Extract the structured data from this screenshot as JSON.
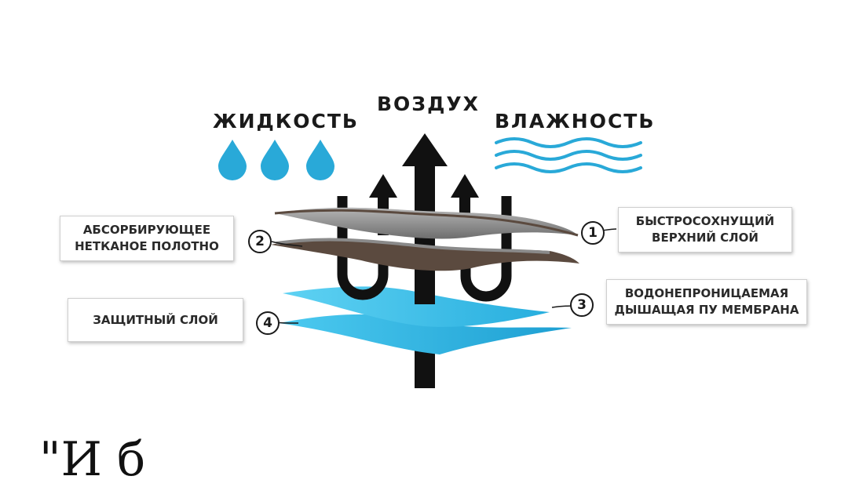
{
  "headings": {
    "liquid": "ЖИДКОСТЬ",
    "air": "ВОЗДУХ",
    "humidity": "ВЛАЖНОСТЬ"
  },
  "labels": {
    "layer1": {
      "number": "1",
      "line1": "БЫСТРОСОХНУЩИЙ",
      "line2": "ВЕРХНИЙ СЛОЙ"
    },
    "layer2": {
      "number": "2",
      "line1": "АБСОРБИРУЮЩЕЕ",
      "line2": "НЕТКАНОЕ ПОЛОТНО"
    },
    "layer3": {
      "number": "3",
      "line1": "ВОДОНЕПРОНИЦАЕМАЯ",
      "line2": "ДЫШАЩАЯ ПУ МЕМБРАНА"
    },
    "layer4": {
      "number": "4",
      "line1": "ЗАЩИТНЫЙ СЛОЙ"
    }
  },
  "bottom_text": "\"И    б",
  "colors": {
    "water": "#29a9d8",
    "membrane": "#3cc3ec",
    "fabric_gray": "#8c8c8c",
    "fabric_brown": "#5b4a3f",
    "arrow": "#111111"
  }
}
